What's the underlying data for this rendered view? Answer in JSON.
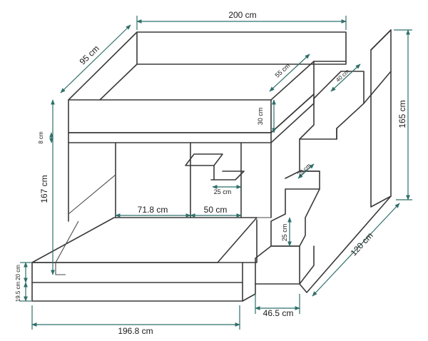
{
  "dimensions": {
    "top_width": "200 cm",
    "top_depth": "95 cm",
    "rail_depth": "55 cm",
    "rail_height": "30 cm",
    "mattress_gap": "8 cm",
    "lower_height": "167 cm",
    "step_depth": "40 cm",
    "total_height": "165 cm",
    "step_rise": "20 cm",
    "shelf_depth": "25 cm",
    "under_left": "71.8 cm",
    "under_right": "50 cm",
    "step_height_low": "25 cm",
    "stairs_depth": "120 cm",
    "base_h_top": "20 cm",
    "base_h_bottom": "19.5 cm",
    "stairs_width": "46.5 cm",
    "base_width": "196.8 cm"
  }
}
